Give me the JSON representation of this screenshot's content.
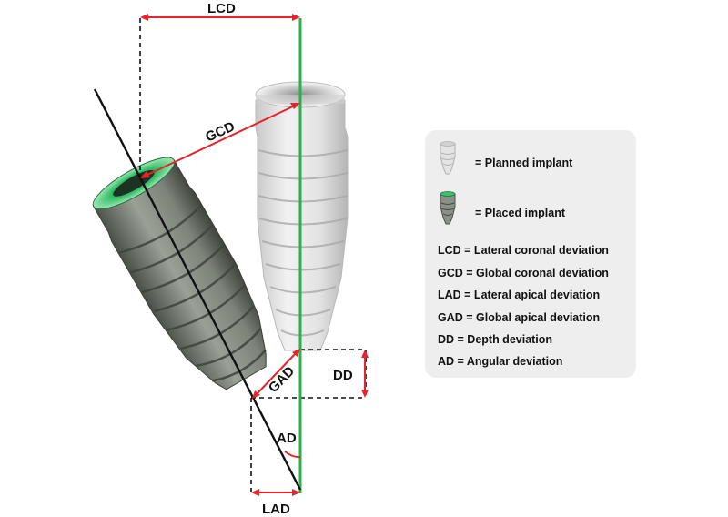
{
  "labels": {
    "lcd": "LCD",
    "gcd": "GCD",
    "gad": "GAD",
    "dd": "DD",
    "ad": "AD",
    "lad": "LAD"
  },
  "legend": {
    "planned": "= Planned implant",
    "placed": "= Placed implant",
    "entries": [
      "LCD = Lateral coronal deviation",
      "GCD = Global coronal deviation",
      "LAD = Lateral apical deviation",
      "GAD = Global apical deviation",
      "DD = Depth deviation",
      "AD = Angular deviation"
    ]
  },
  "colors": {
    "measurement": "#e8232a",
    "planned_axis": "#2bb04a",
    "placed_axis": "#111111",
    "placed_implant_top": "#38c26a",
    "legend_bg": "#eeeeee"
  },
  "icons": [
    "planned-implant-icon",
    "placed-implant-icon"
  ]
}
